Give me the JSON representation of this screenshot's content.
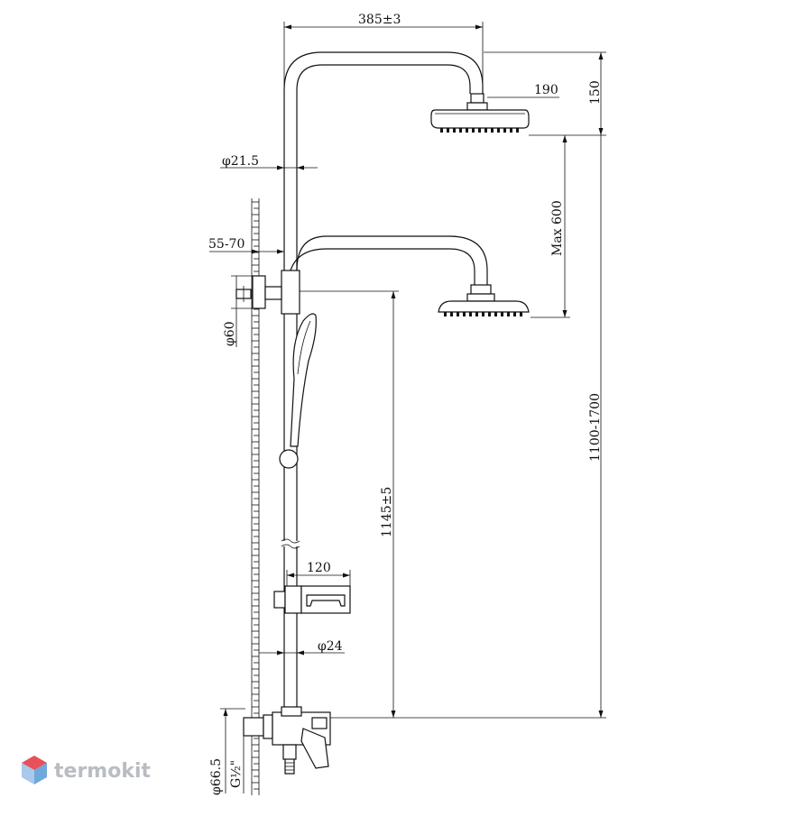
{
  "diagram": {
    "dimensions": {
      "arm_length": "385±3",
      "overhead_diameter": "190",
      "overhead_height": "150",
      "pipe_diameter": "φ21.5",
      "max_adjust": "Max 600",
      "wall_distance": "55-70",
      "flange_diameter": "φ60",
      "outlet_height": "1145±5",
      "total_height": "1100-1700",
      "shelf_width": "120",
      "lower_pipe_diameter": "φ24",
      "mixer_flange": "φ66.5",
      "thread": "G½\""
    },
    "colors": {
      "line": "#111111",
      "background": "#ffffff",
      "logo_text": "#b9bcc1",
      "logo_red": "#e8505b",
      "logo_blue": "#6fa8dc"
    }
  },
  "brand": {
    "name": "termokit"
  }
}
